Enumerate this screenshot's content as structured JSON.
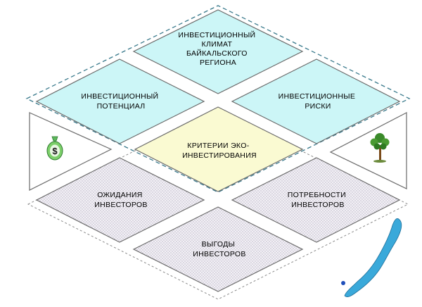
{
  "top_group": {
    "climate": [
      "ИНВЕСТИЦИОННЫЙ",
      "КЛИМАТ",
      "БАЙКАЛЬСКОГО",
      "РЕГИОНА"
    ],
    "potential": [
      "ИНВЕСТИЦИОННЫЙ",
      "ПОТЕНЦИАЛ"
    ],
    "risks": [
      "ИНВЕСТИЦИОННЫЕ",
      "РИСКИ"
    ]
  },
  "center": [
    "КРИТЕРИИ ЭКО-",
    "ИНВЕСТИРОВАНИЯ"
  ],
  "bottom_group": {
    "expectations": [
      "ОЖИДАНИЯ",
      "ИНВЕСТОРОВ"
    ],
    "needs": [
      "ПОТРЕБНОСТИ",
      "ИНВЕСТОРОВ"
    ],
    "benefits": [
      "ВЫГОДЫ",
      "ИНВЕСТОРОВ"
    ]
  },
  "icons": {
    "left": "money-bag-icon",
    "right": "tree-icon",
    "corner": "lake-baikal-icon"
  },
  "colors": {
    "top_fill": "#ccf6f7",
    "center_fill": "#fafad2",
    "bottom_fill": "#e9e6ee",
    "outline": "#6a6a6a",
    "dashed": "#3a7a8c",
    "lake": "#3aa9da",
    "money": "#4aa84a",
    "tree": "#3a8a2a"
  }
}
